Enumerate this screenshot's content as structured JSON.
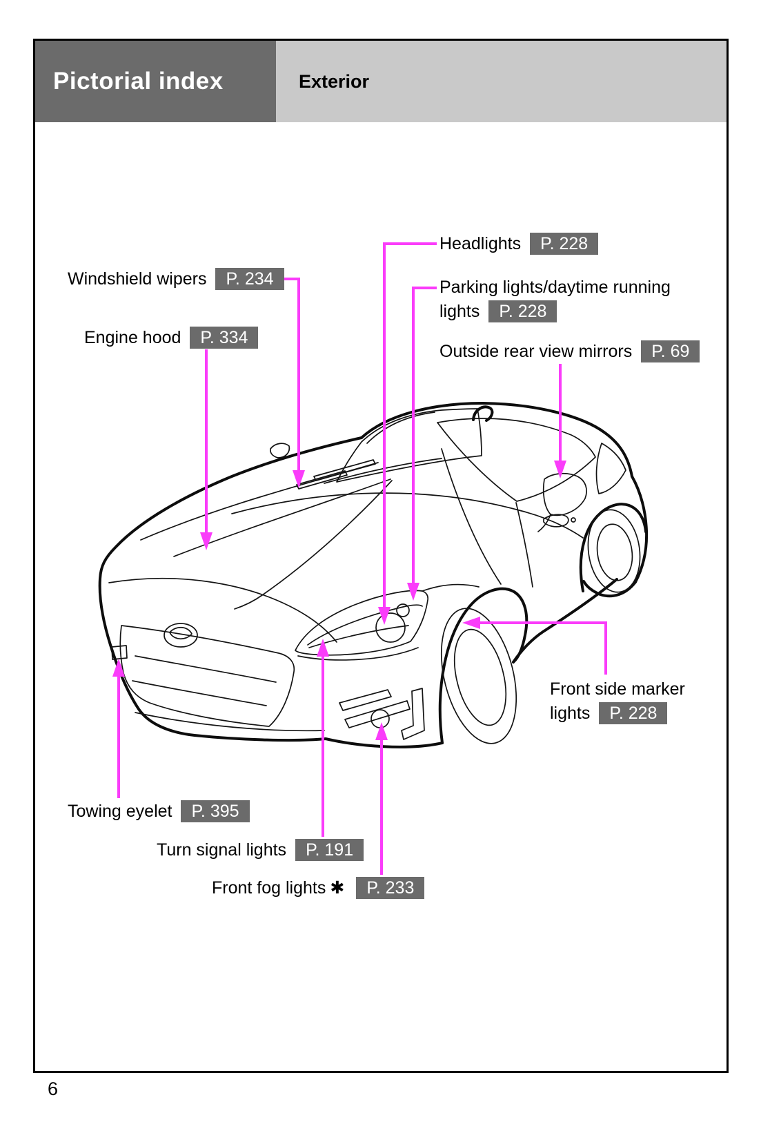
{
  "header": {
    "section_title": "Pictorial index",
    "subtitle": "Exterior"
  },
  "diagram": {
    "labels": {
      "headlights": {
        "text": "Headlights",
        "page_ref": "P. 228"
      },
      "windshield_wipers": {
        "text": "Windshield wipers",
        "page_ref": "P. 234"
      },
      "parking_lights": {
        "line1": "Parking lights/daytime running",
        "line2": "lights",
        "page_ref": "P. 228"
      },
      "engine_hood": {
        "text": "Engine hood",
        "page_ref": "P. 334"
      },
      "outside_mirrors": {
        "text": "Outside rear view mirrors",
        "page_ref": "P. 69"
      },
      "front_side_marker": {
        "line1": "Front side marker",
        "line2": "lights",
        "page_ref": "P. 228"
      },
      "towing_eyelet": {
        "text": "Towing eyelet",
        "page_ref": "P. 395"
      },
      "turn_signal": {
        "text": "Turn signal lights",
        "page_ref": "P. 191"
      },
      "front_fog": {
        "text": "Front fog lights",
        "footnote_mark": "✱",
        "page_ref": "P. 233"
      }
    }
  },
  "colors": {
    "leader_accent": "#fa3cfa",
    "badge_background": "#6b6b6b",
    "header_dark": "#6b6b6b",
    "header_light": "#c9c9c9"
  },
  "footer": {
    "page_number": "6"
  }
}
